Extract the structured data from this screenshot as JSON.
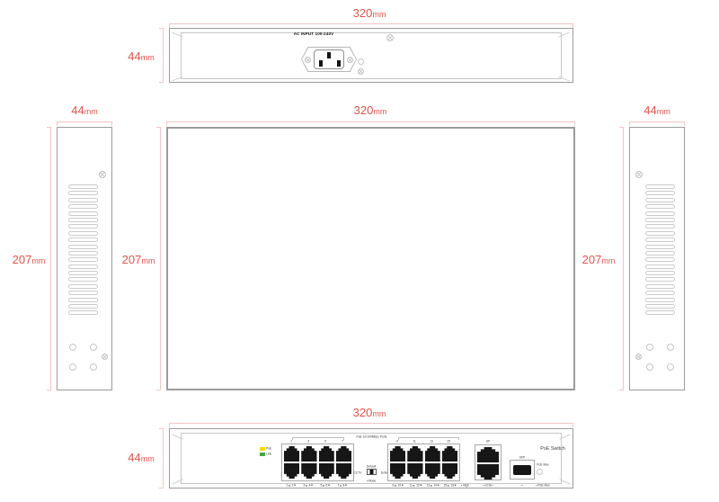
{
  "unit": "mm",
  "colors": {
    "dimension_text": "#e2534b",
    "dimension_line": "#f3c6c3",
    "panel_outline": "#9b9b9b",
    "port_fill": "#161616",
    "led_poe_yellow": "#f5d800",
    "led_link_green": "#43a843"
  },
  "back_view": {
    "dim_width": "320",
    "dim_height": "44",
    "ac_input_label": "AC INPUT 100-240V"
  },
  "left_view": {
    "dim_width": "44",
    "dim_height": "207"
  },
  "top_view": {
    "dim_width": "320",
    "dim_height": "207"
  },
  "right_view": {
    "dim_width": "44",
    "dim_height": "207"
  },
  "front_view": {
    "dim_width": "320",
    "dim_height": "44",
    "product_label": "PoE Switch",
    "ports_banner": "PoE 10/100Mbps Ports",
    "led_legend": [
      {
        "label": "PoE",
        "color": "#f5d800"
      },
      {
        "label": "Link",
        "color": "#43a843"
      }
    ],
    "port_group_1": {
      "top_labels": [
        "1",
        "3",
        "5",
        "7"
      ],
      "bottom_labels": [
        "1▲ 2▼",
        "3▲ 4▼",
        "5▲ 6▼",
        "7▲ 8▼"
      ]
    },
    "port_group_2": {
      "top_labels": [
        "9",
        "11",
        "13",
        "15"
      ],
      "bottom_labels": [
        "9▲ 10▼",
        "11▲ 12▼",
        "13▲ 14▼",
        "15▲ 16▼"
      ]
    },
    "mode_switch": {
      "title": "Default",
      "left_label": "CCTV",
      "right_label": "Extend",
      "bottom_label": "▪ Mode"
    },
    "uplink": {
      "top_label": "UP",
      "left_bottom_label": "▪ High",
      "bottom_label": "▪ G1/8 ▪"
    },
    "sfp": {
      "top_label": "SFP",
      "bottom_label": "▪"
    },
    "poe_max": {
      "top_label": "PoE Max",
      "bottom_label": "▪ PoE Max"
    }
  }
}
